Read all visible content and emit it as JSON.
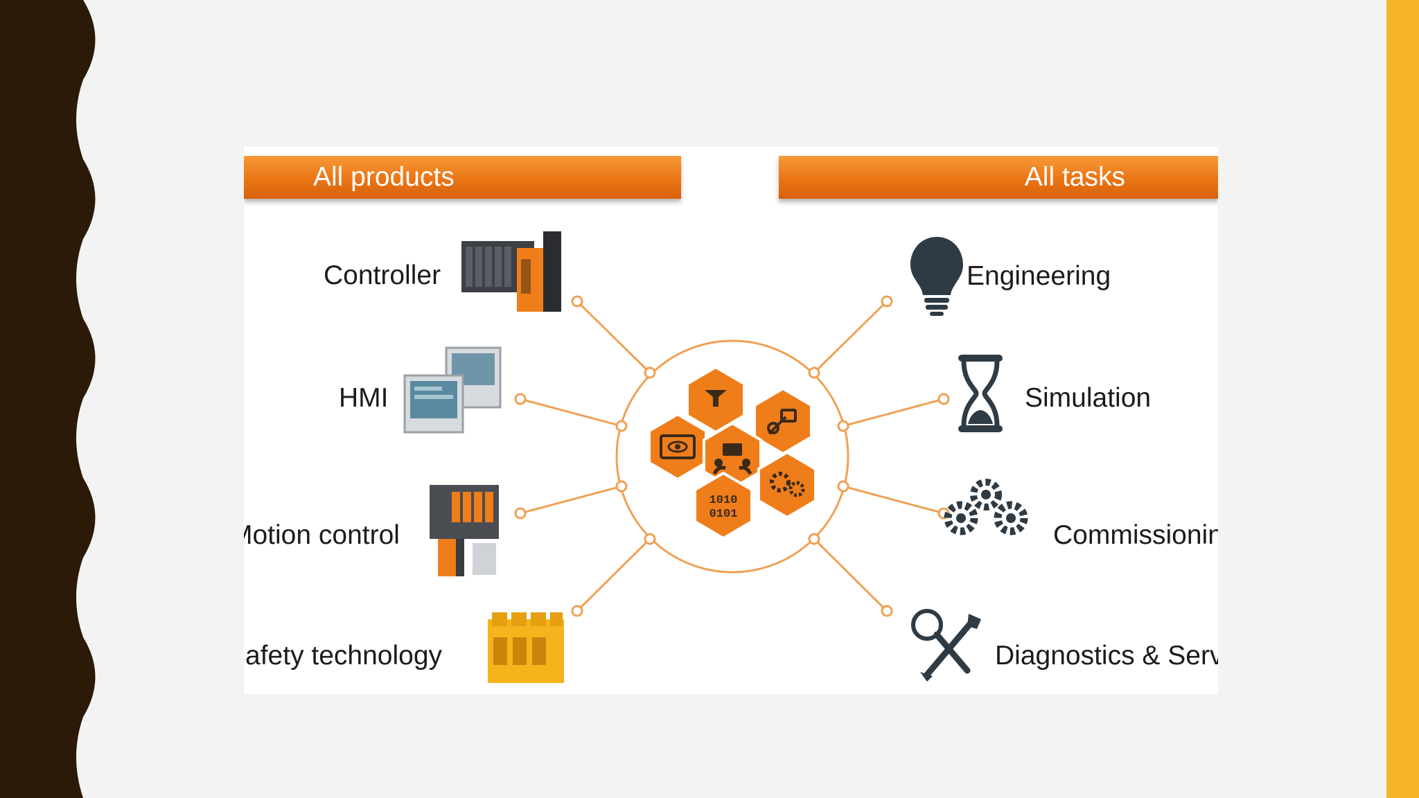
{
  "header": {
    "products_title": "All products",
    "tasks_title": "All tasks"
  },
  "products": [
    {
      "label": "Controller"
    },
    {
      "label": "HMI"
    },
    {
      "label": "Motion control"
    },
    {
      "label": "Safety technology"
    }
  ],
  "tasks": [
    {
      "label": "Engineering",
      "icon": "lightbulb-icon"
    },
    {
      "label": "Simulation",
      "icon": "hourglass-icon"
    },
    {
      "label": "Commissioning",
      "icon": "gears-icon"
    },
    {
      "label": "Diagnostics & Service",
      "icon": "magnifier-wrench-icon"
    }
  ],
  "colors": {
    "accent_orange": "#ef7d1a",
    "side_bar_yellow": "#f6b42a",
    "side_wave_brown": "#2b1a08",
    "icon_dark": "#2f3b44"
  }
}
